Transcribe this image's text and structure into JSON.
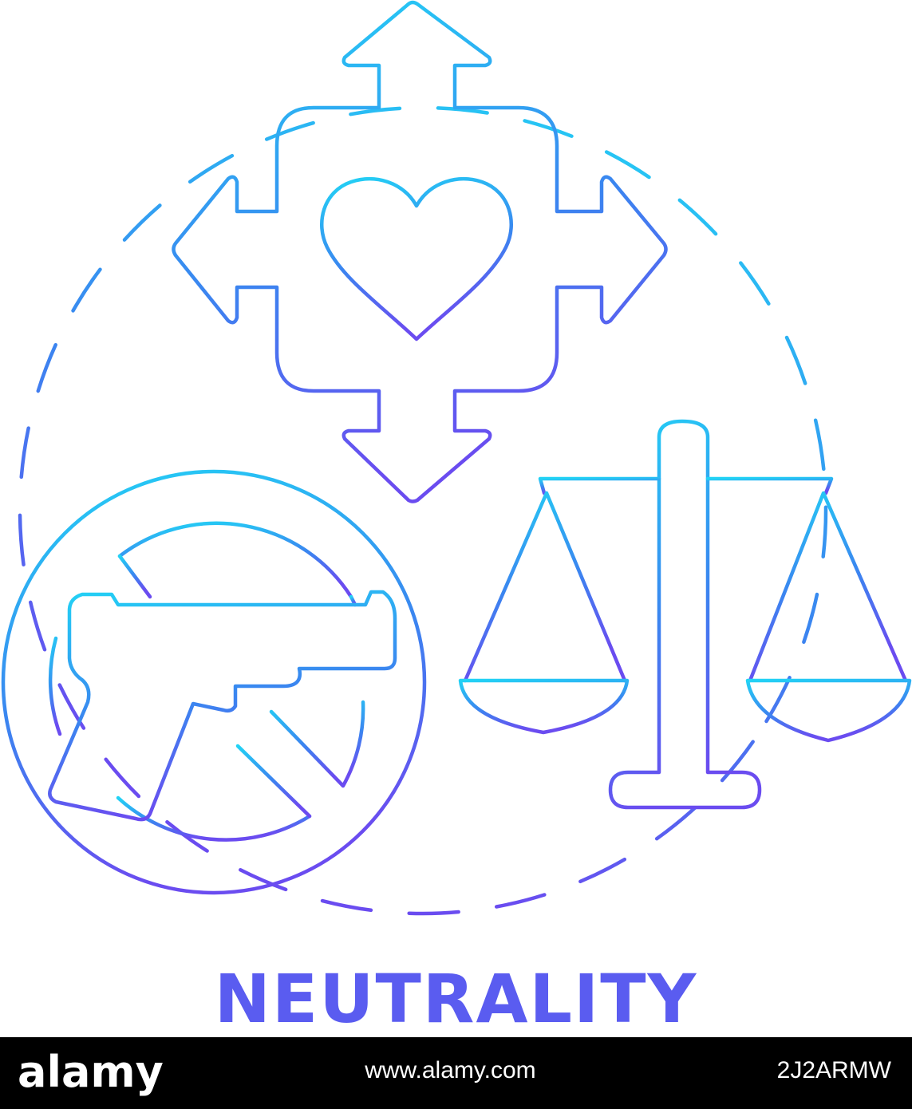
{
  "caption": "NEUTRALITY",
  "footer": {
    "logo_text": "alamy",
    "site_url": "www.alamy.com",
    "image_id": "2J2ARMW"
  },
  "colors": {
    "gradient_top": "#22d3f5",
    "gradient_mid": "#3a86f0",
    "gradient_bottom": "#6a4cf0",
    "caption": "#5a5cf0",
    "footer_bg": "#000000"
  },
  "icons": [
    "dashed-circle-icon",
    "heart-arrows-icon",
    "no-gun-icon",
    "balance-scale-icon"
  ]
}
